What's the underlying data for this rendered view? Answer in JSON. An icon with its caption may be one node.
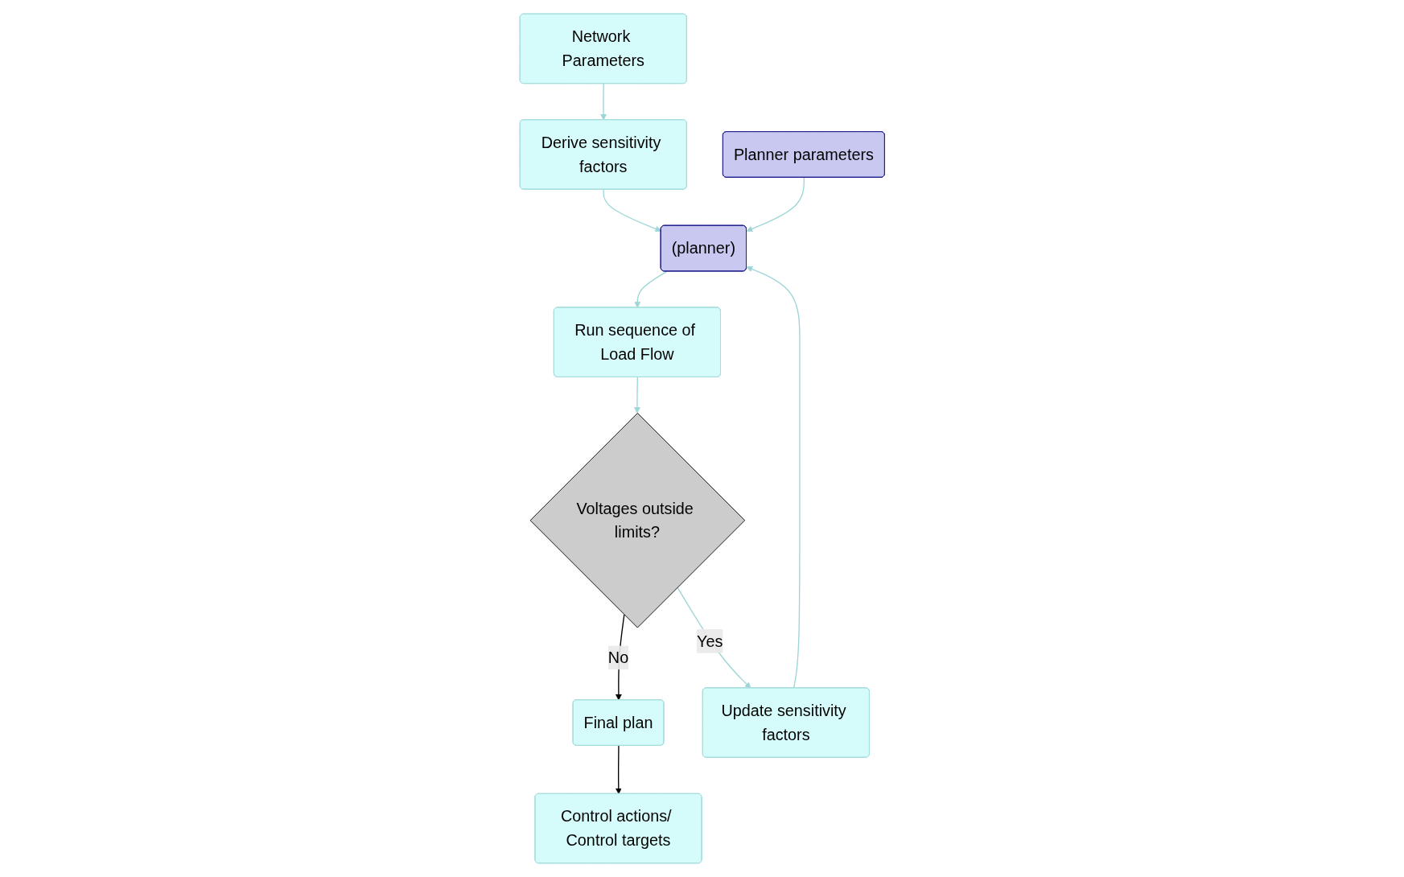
{
  "diagram": {
    "nodes": [
      {
        "text": [
          "Network Parameters"
        ]
      },
      {
        "text": [
          "Derive sensitivity factors"
        ]
      },
      {
        "text": [
          "(planner)"
        ]
      },
      {
        "text": [
          "Planner parameters"
        ]
      },
      {
        "text": [
          "Run sequence of Load Flow"
        ]
      },
      {
        "text": [
          "Voltages outside limits?"
        ]
      },
      {
        "text": [
          "Final plan"
        ]
      },
      {
        "text": [
          "Control actions/ Control targets"
        ]
      },
      {
        "text": [
          "Update sensitivity factors"
        ]
      }
    ],
    "edges": [
      {
        "from": 0,
        "to": 1,
        "arrow": "to"
      },
      {
        "from": 1,
        "to": 2,
        "arrow": "to"
      },
      {
        "from": 3,
        "to": 2,
        "arrow": "to"
      },
      {
        "from": 2,
        "to": 4,
        "arrow": "to"
      },
      {
        "from": 4,
        "to": 5,
        "arrow": "to"
      },
      {
        "from": 5,
        "to": 6,
        "arrow": "to",
        "label": "No",
        "color": "#000000"
      },
      {
        "from": 6,
        "to": 7,
        "arrow": "to",
        "color": "#000000"
      },
      {
        "from": 5,
        "to": 8,
        "arrow": "to",
        "label": "Yes"
      },
      {
        "from": 8,
        "to": 2,
        "arrow": "to"
      }
    ]
  }
}
